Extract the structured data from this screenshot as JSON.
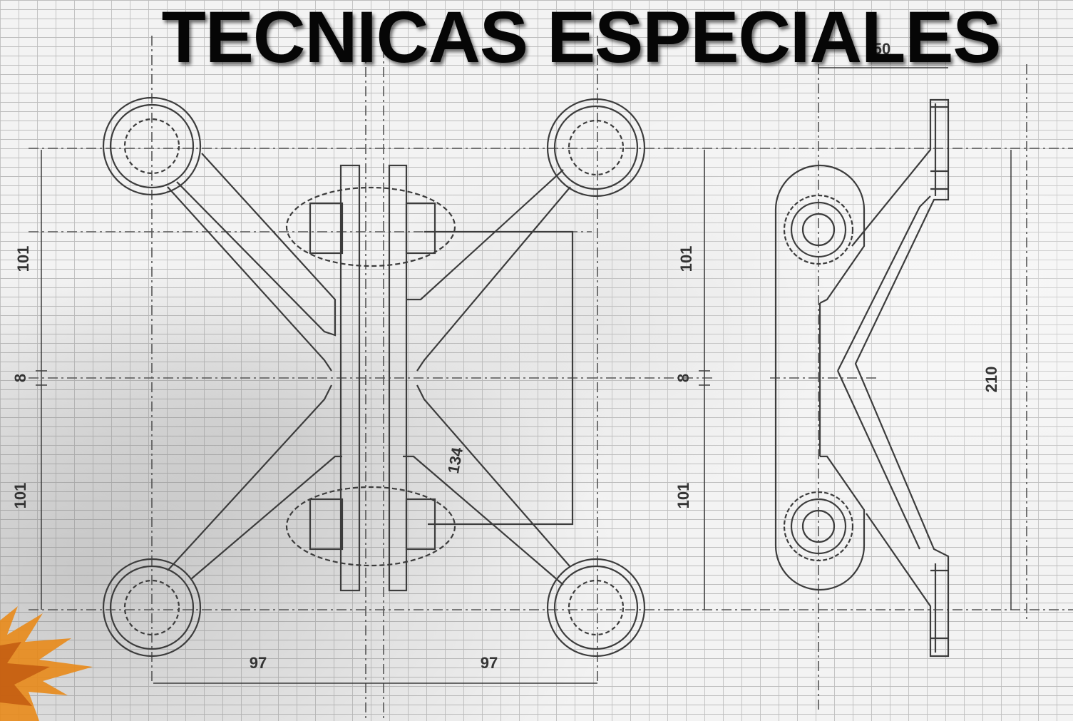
{
  "title": "TECNICAS ESPECIALES",
  "dimensions": {
    "left_upper": "101",
    "left_gap": "8",
    "left_lower": "101",
    "mid_upper": "101",
    "mid_gap": "8",
    "mid_lower": "101",
    "diagonal": "134",
    "bottom_left": "97",
    "bottom_right": "97",
    "side_total": "210",
    "side_top": "50"
  },
  "colors": {
    "title": "#060606",
    "line": "#3c3c3c",
    "flame": "#e8891a"
  }
}
